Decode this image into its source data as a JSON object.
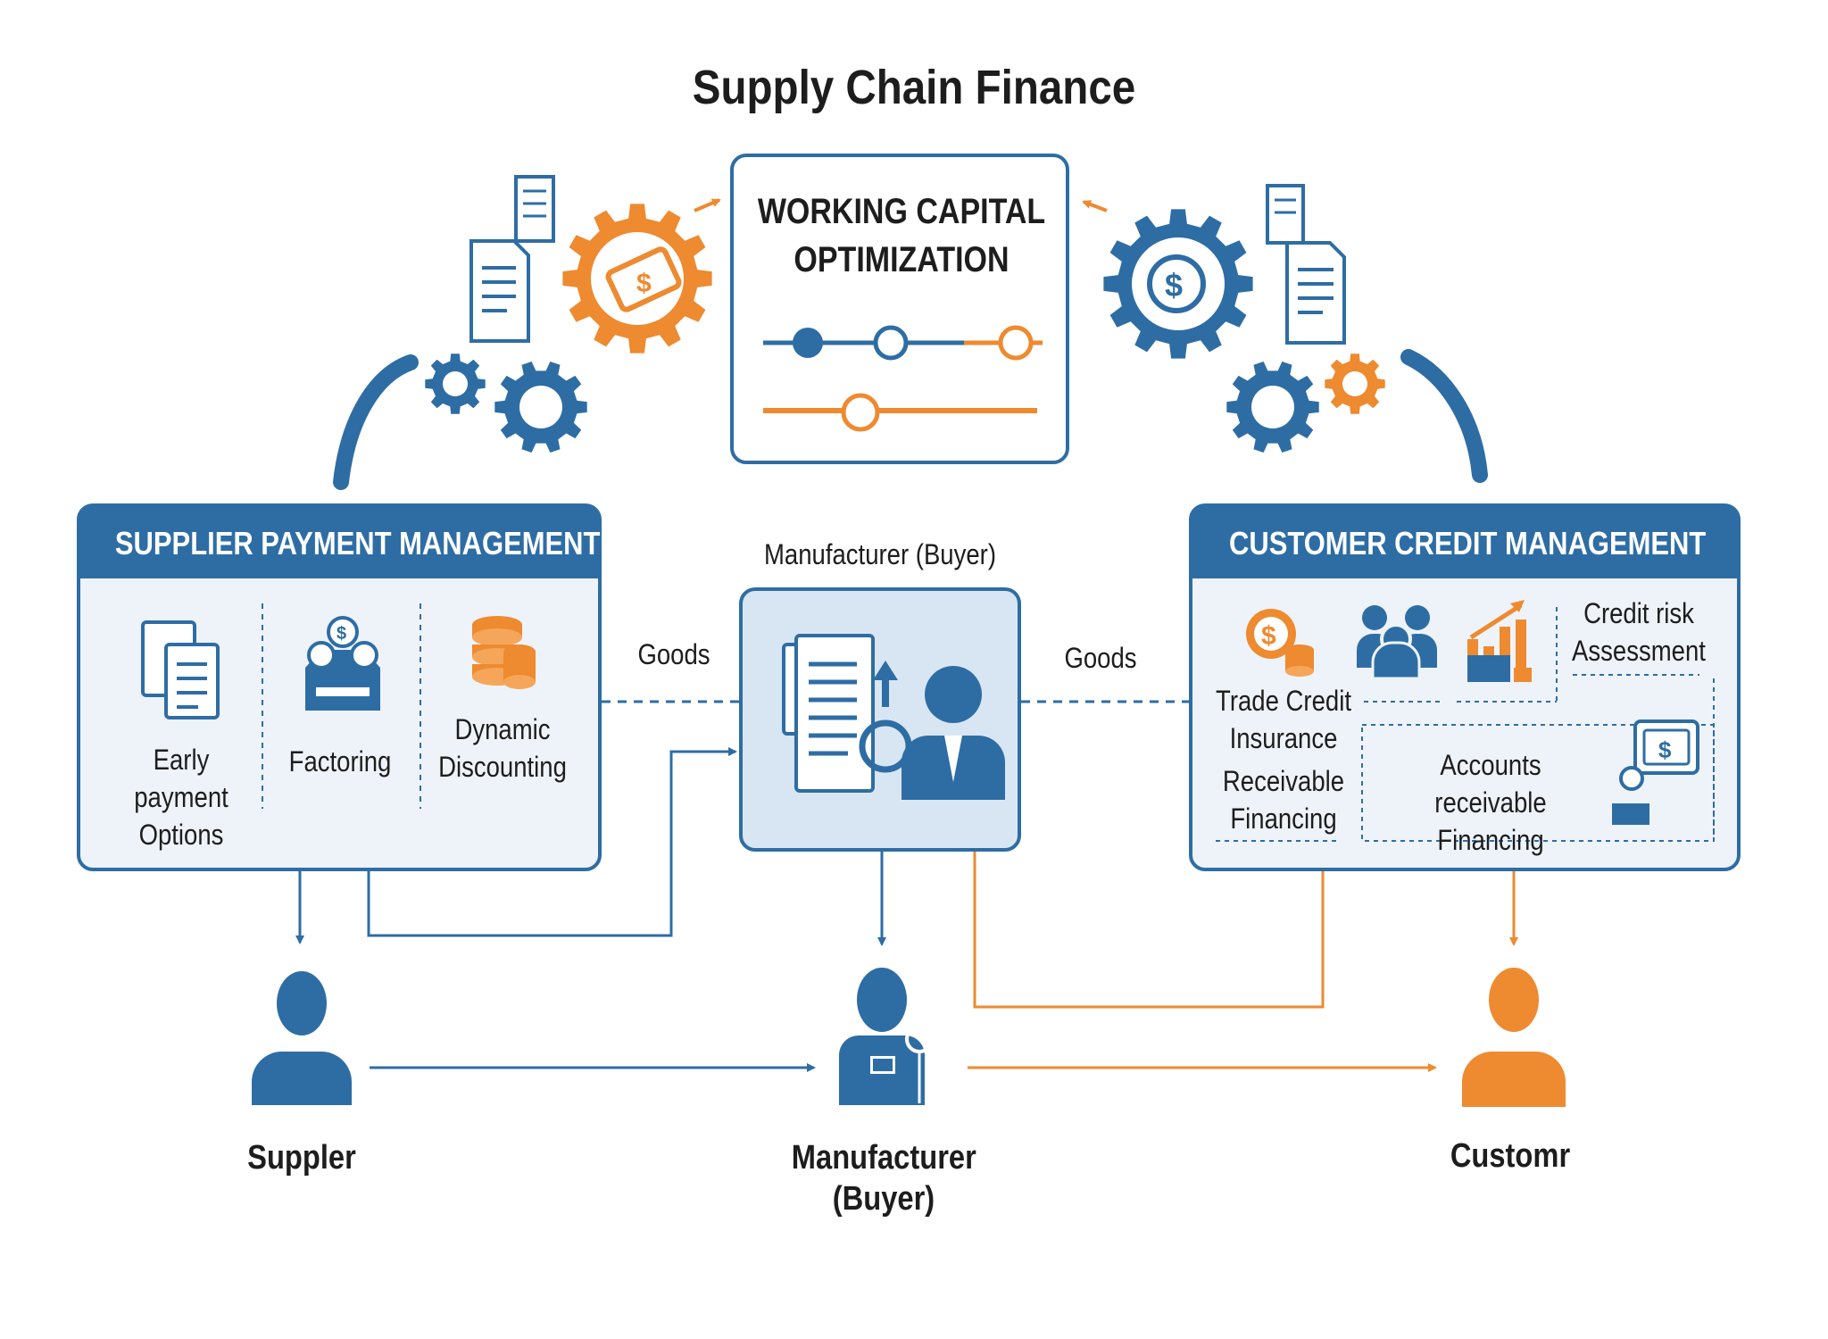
{
  "title": "Supply Chain Finance",
  "center_top": {
    "label": "WORKING CAPITAL OPTIMIZATION"
  },
  "supplier_panel": {
    "header": "SUPPLIER PAYMENT MANAGEMENT",
    "items": [
      {
        "label": "Early payment Options",
        "icon": "documents-icon"
      },
      {
        "label": "Factoring",
        "icon": "money-tray-icon"
      },
      {
        "label": "Dynamic Discounting",
        "icon": "coins-stack-icon"
      }
    ]
  },
  "manufacturer_box": {
    "label": "Manufacturer (Buyer)",
    "icon": "buyer-documents-icon"
  },
  "customer_panel": {
    "header": "CUSTOMER CREDIT MANAGEMENT",
    "items": [
      {
        "label": "Trade Credit Insurance",
        "icon": "coin-icon"
      },
      {
        "label": "Receivable Financing",
        "icon": ""
      },
      {
        "label": "Credit risk Assessment",
        "icon": "group-icon"
      },
      {
        "label": "Accounts receivable Financing",
        "icon": "bill-icon"
      }
    ]
  },
  "flows": {
    "goods_left": "Goods",
    "goods_right": "Goods"
  },
  "actors": {
    "supplier": "Suppler",
    "manufacturer": "Manufacturer (Buyer)",
    "customer": "Customr"
  },
  "colors": {
    "blue": "#2e6da4",
    "orange": "#ee8a2f",
    "panel_fill": "#eef3f9",
    "box_fill": "#d8e6f4"
  }
}
